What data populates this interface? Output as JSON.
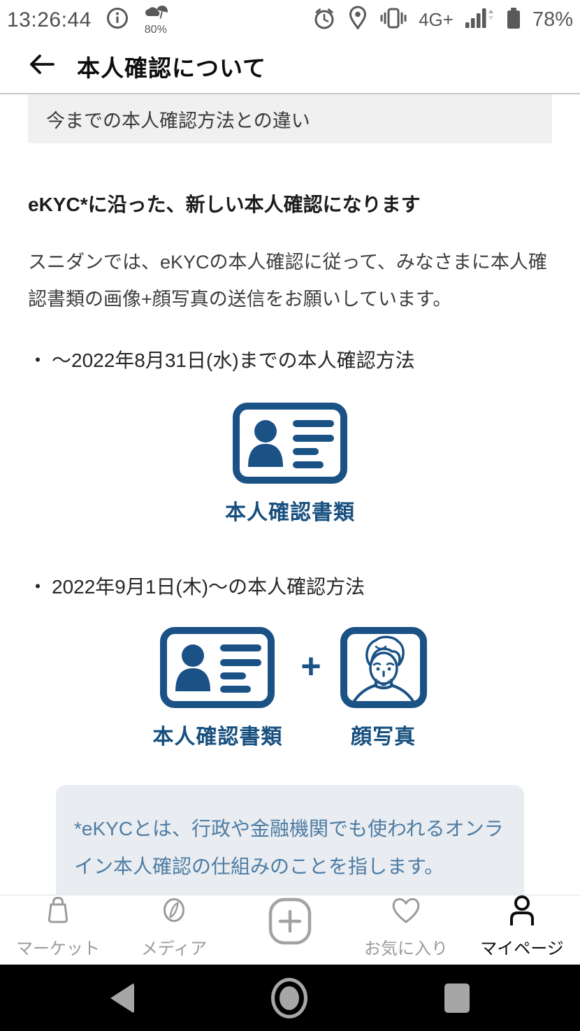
{
  "colors": {
    "icon_blue": "#1b5286",
    "label_blue": "#17507f",
    "note_text": "#4e7ca3",
    "note_bg": "#e9edf2",
    "section_bg": "#f0f0f0",
    "status_gray": "#595959",
    "tab_inactive": "#9b9b9b",
    "tab_active": "#0d0d0d"
  },
  "status_bar": {
    "time": "13:26:44",
    "weather_percent": "80%",
    "network": "4G+",
    "battery_percent": "78%",
    "icons": [
      "info-icon",
      "weather-cloud-umbrella-icon",
      "alarm-clock-icon",
      "location-pin-icon",
      "vibrate-icon",
      "signal-bars-icon",
      "battery-icon"
    ]
  },
  "header": {
    "title": "本人確認について",
    "back_icon": "back-arrow-icon"
  },
  "section_header": {
    "label": "今までの本人確認方法との違い"
  },
  "main": {
    "heading": "eKYC*に沿った、新しい本人確認になります",
    "paragraph": "スニダンでは、eKYCの本人確認に従って、みなさまに本人確認書類の画像+顔写真の送信をお願いしています。",
    "bullets": [
      {
        "marker": "・",
        "text": "〜2022年8月31日(水)までの本人確認方法"
      },
      {
        "marker": "・",
        "text": "2022年9月1日(木)〜の本人確認方法"
      }
    ],
    "figure1": {
      "label": "本人確認書類",
      "icon": "id-card-icon"
    },
    "figure2": {
      "card_label": "本人確認書類",
      "plus": "+",
      "face_label": "顔写真",
      "icons": [
        "id-card-icon",
        "face-photo-icon"
      ]
    },
    "note": "*eKYCとは、行政や金融機関でも使われるオンライン本人確認の仕組みのことを指します。"
  },
  "tab_bar": {
    "items": [
      {
        "label": "マーケット",
        "icon": "bag-icon",
        "active": false
      },
      {
        "label": "メディア",
        "icon": "compass-icon",
        "active": false
      },
      {
        "label": "",
        "icon": "plus-icon",
        "active": false
      },
      {
        "label": "お気に入り",
        "icon": "heart-icon",
        "active": false
      },
      {
        "label": "マイページ",
        "icon": "person-icon",
        "active": true
      }
    ]
  },
  "nav_bar": {
    "icons": [
      "back-triangle-icon",
      "home-circle-icon",
      "recents-square-icon"
    ]
  }
}
